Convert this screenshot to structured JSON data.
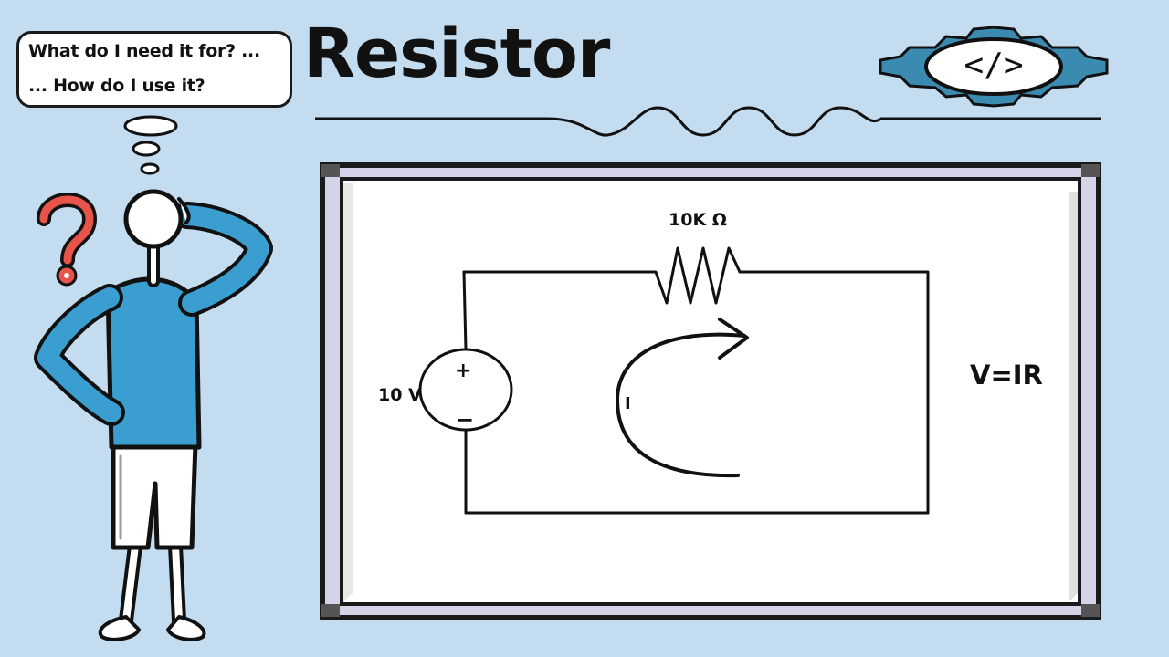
{
  "bubble": {
    "line1": "What do I need it for? ...",
    "line2": "... How do I use it?"
  },
  "title": "Resistor",
  "logo": {
    "text": "</>",
    "color": "#3b8ab0"
  },
  "question_mark": {
    "symbol": "?",
    "color": "#e8544a"
  },
  "circuit": {
    "resistor_label": "10K Ω",
    "source_label": "10 V",
    "plus": "+",
    "minus": "−",
    "current_label": "I",
    "formula": "V=IR"
  },
  "colors": {
    "background": "#c4dcf0",
    "shirt": "#3a9fd0",
    "board_frame": "#d5d3e8"
  }
}
